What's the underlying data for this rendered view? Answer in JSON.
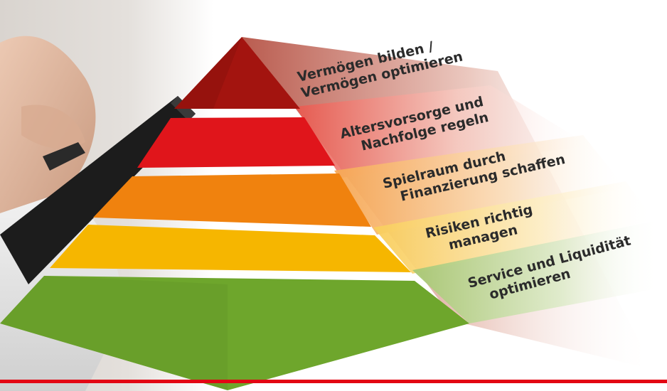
{
  "diagram": {
    "levels": [
      {
        "label_line1": "Vermögen bilden /",
        "label_line2": "Vermögen optimieren",
        "color": "#a3140f"
      },
      {
        "label_line1": "Altersvorsorge und",
        "label_line2": "Nachfolge regeln",
        "color": "#e0151b"
      },
      {
        "label_line1": "Spielraum durch",
        "label_line2": "Finanzierung schaffen",
        "color": "#f0820e"
      },
      {
        "label_line1": "Risiken richtig",
        "label_line2": "managen",
        "color": "#f6b600"
      },
      {
        "label_line1": "Service und Liquidität",
        "label_line2": "optimieren",
        "color": "#6ea62c"
      }
    ],
    "accent_color": "#e30613"
  }
}
